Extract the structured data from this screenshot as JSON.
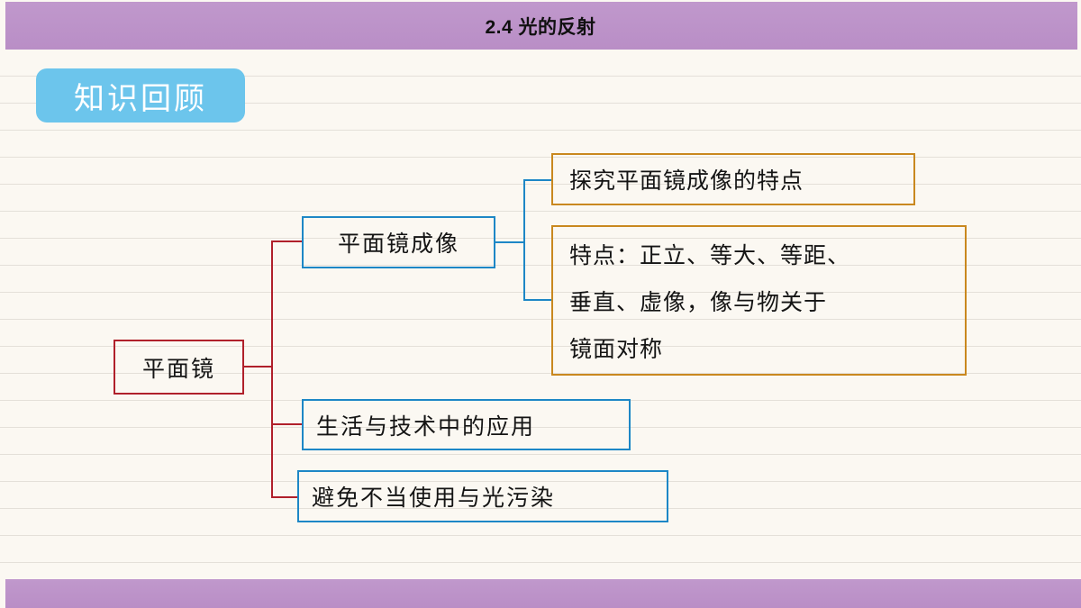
{
  "header": {
    "title": "2.4 光的反射",
    "bar_color": "#BD92C9"
  },
  "section": {
    "badge_label": "知识回顾",
    "badge_color": "#6CC5EC"
  },
  "mindmap": {
    "root": {
      "label": "平面镜",
      "border_color": "#B0202B"
    },
    "branches": [
      {
        "label": "平面镜成像",
        "border_color": "#1D87C6",
        "children": [
          {
            "label": "探究平面镜成像的特点",
            "border_color": "#C9881F"
          },
          {
            "label": "特点：正立、等大、等距、垂直、虚像，像与物关于镜面对称",
            "border_color": "#C9881F",
            "lines": [
              "特点：正立、等大、等距、",
              "垂直、虚像，像与物关于",
              "镜面对称"
            ]
          }
        ]
      },
      {
        "label": "生活与技术中的应用",
        "border_color": "#1D87C6"
      },
      {
        "label": "避免不当使用与光污染",
        "border_color": "#1D87C6"
      }
    ],
    "connector_colors": {
      "root_branch": "#B0202B",
      "branch_child": "#1D87C6"
    }
  },
  "page": {
    "background_color": "#FBF8F2",
    "ruled_line_color": "#B0AAA0"
  }
}
